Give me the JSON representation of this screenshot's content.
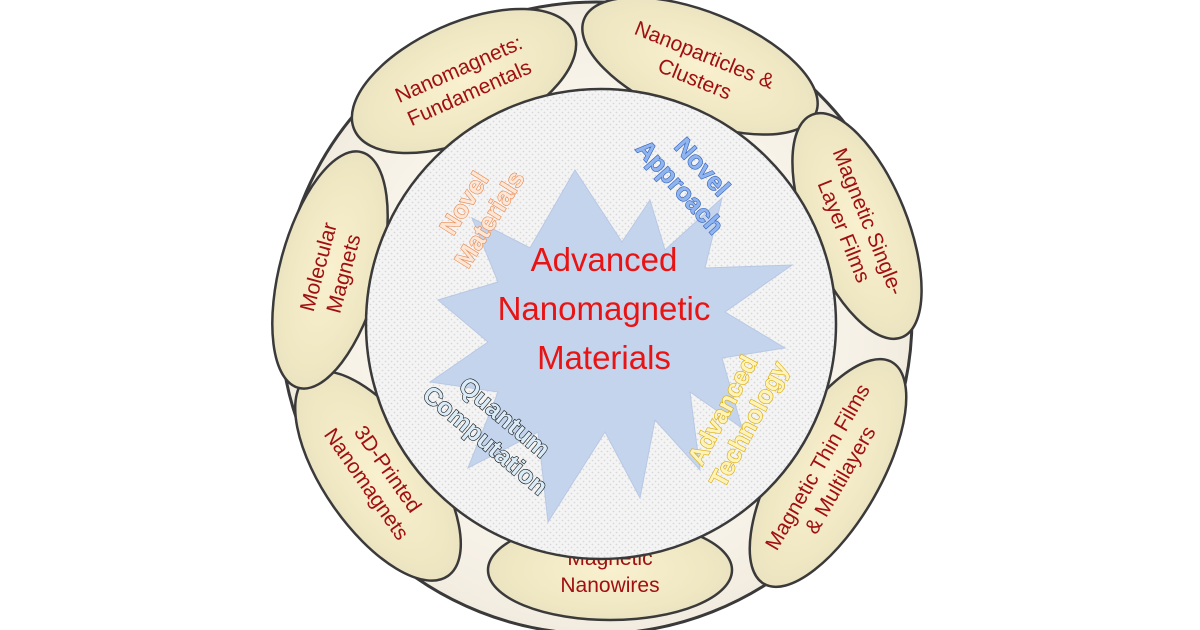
{
  "center": {
    "lines": [
      "Advanced",
      "Nanomagnetic",
      "Materials"
    ]
  },
  "themes": {
    "novel_materials": [
      "Novel",
      "Materials"
    ],
    "novel_approach": [
      "Novel",
      "Approach"
    ],
    "advanced_technology": [
      "Advanced",
      "Technology"
    ],
    "quantum_computation": [
      "Quantum",
      "Computation"
    ]
  },
  "topics": {
    "nanomagnets_fundamentals": [
      "Nanomagnets:",
      "Fundamentals"
    ],
    "nanoparticles_clusters": [
      "Nanoparticles &",
      "Clusters"
    ],
    "magnetic_single_layer_films": [
      "Magnetic Single-",
      "Layer Films"
    ],
    "magnetic_thin_films_multilayers": [
      "Magnetic Thin Films",
      "& Multilayers"
    ],
    "magnetic_nanowires": [
      "Magnetic",
      "Nanowires"
    ],
    "printed_3d_nanomagnets": [
      "3D-Printed",
      "Nanomagnets"
    ],
    "molecular_magnets": [
      "Molecular",
      "Magnets"
    ]
  },
  "colors": {
    "topic_text": "#a01010",
    "center_text": "#e81414",
    "star_fill": "#c4d4ec",
    "ring_fill": "#f7f3ea",
    "oval_fill": "#f5ecc4",
    "outline": "#3a3a3a"
  }
}
